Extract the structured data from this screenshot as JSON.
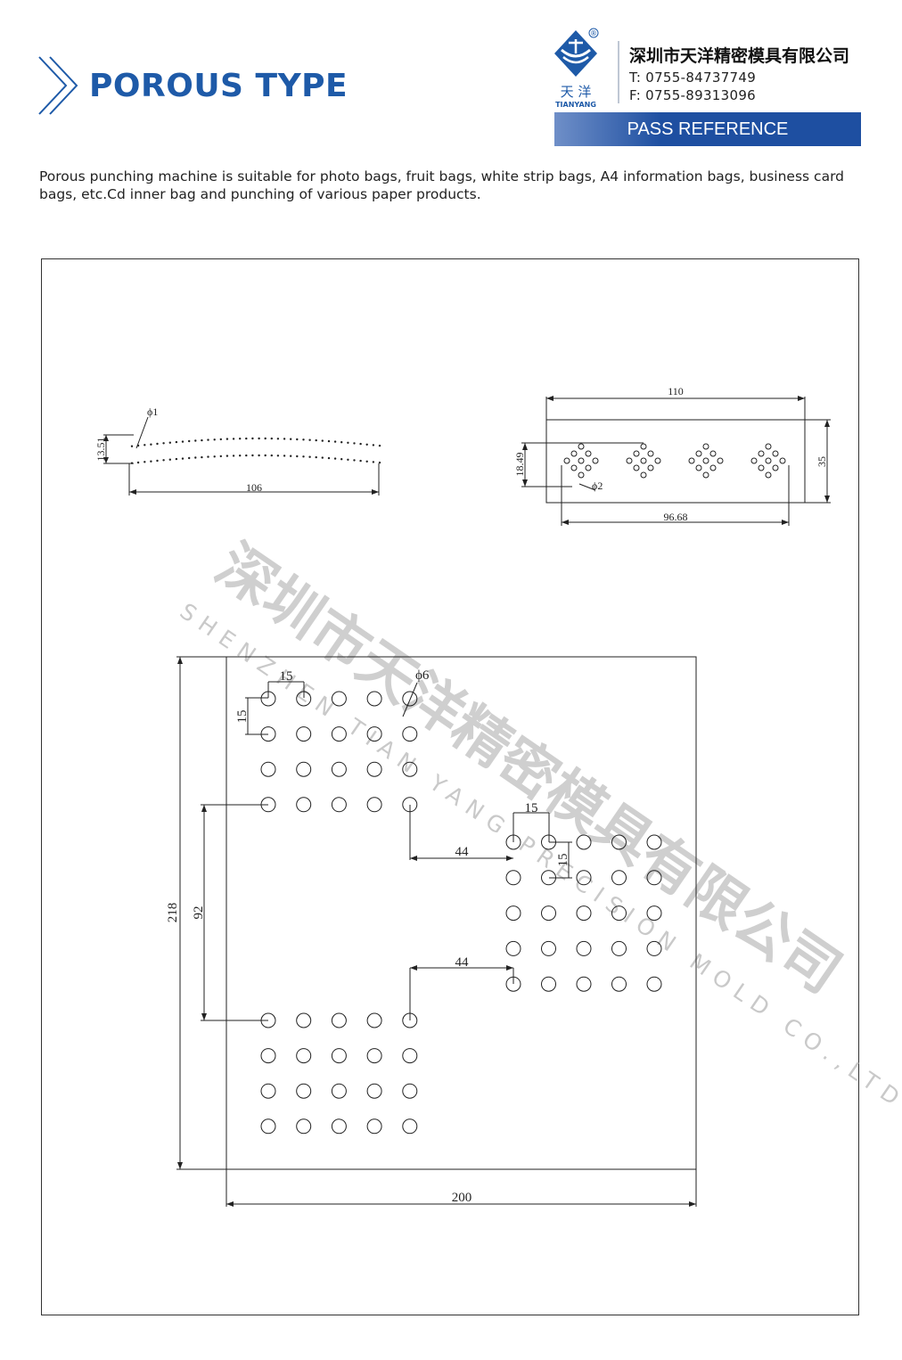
{
  "header": {
    "title": "POROUS TYPE",
    "company_name": "深圳市天洋精密模具有限公司",
    "phone": "T: 0755-84737749",
    "fax": "F: 0755-89313096",
    "logo_text_cn": "天 洋",
    "logo_text_en": "TIANYANG",
    "registered_mark": "®",
    "pass_label": "PASS REFERENCE"
  },
  "description": "Porous punching machine is suitable for photo bags, fruit bags, white strip bags, A4 information bags, business card bags, etc.Cd inner bag and punching of various paper products.",
  "drawing1": {
    "diameter": "ϕ1",
    "height": "13.51",
    "width": "106"
  },
  "drawing2": {
    "width": "110",
    "height": "35",
    "offset": "18.49",
    "span": "96.68",
    "diameter": "ϕ2"
  },
  "drawing3": {
    "diameter": "ϕ6",
    "pitch_x": "15",
    "pitch_y": "15",
    "row_span": "92",
    "height": "218",
    "width": "200",
    "pitch_x2": "15",
    "pitch_y2": "15",
    "offset_a": "44",
    "offset_b": "44"
  },
  "watermark": {
    "cn": "深圳市天洋精密模具有限公司",
    "en": "SHENZHEN TIAN YANG PRECISION MOLD CO.,LTD"
  },
  "colors": {
    "brand_blue": "#1e5aa8",
    "banner_blue": "#1e4fa1"
  }
}
